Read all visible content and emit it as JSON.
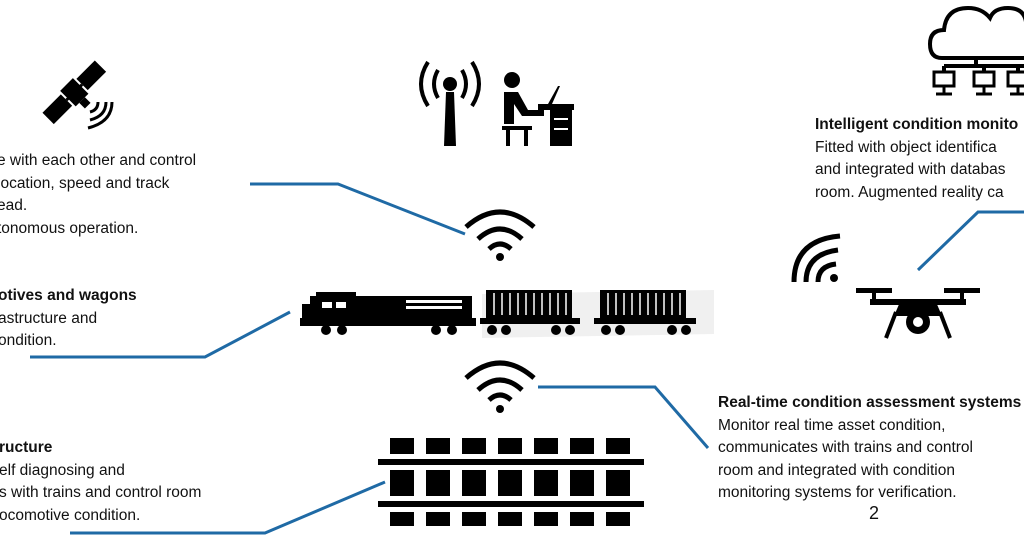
{
  "blocks": {
    "top_left": {
      "lines": [
        "e with each other and control",
        "location, speed and track",
        "ead.",
        "tonomous operation."
      ]
    },
    "mid_left": {
      "title": "otives and wagons",
      "lines": [
        "astructure and",
        "ondition."
      ]
    },
    "bottom_left": {
      "title": "ructure",
      "lines": [
        "elf diagnosing and",
        "s with trains and control room",
        "ocomotive condition."
      ]
    },
    "top_right": {
      "title": "Intelligent condition monito",
      "lines": [
        "Fitted with object identifica",
        "and integrated with databas",
        "room. Augmented reality ca"
      ]
    },
    "bottom_right": {
      "title": "Real-time condition assessment systems",
      "lines": [
        "Monitor real time asset condition,",
        "communicates with trains and control",
        "room and integrated with condition",
        "monitoring systems for verification."
      ]
    }
  },
  "page_number": "2",
  "icons": [
    "satellite-icon",
    "radio-tower-icon",
    "operator-at-desk-icon",
    "cloud-network-icon",
    "wifi-icon",
    "train-icon",
    "drone-icon",
    "railway-track-icon"
  ],
  "colors": {
    "connector": "#1f6aa5",
    "icon": "#000000"
  }
}
